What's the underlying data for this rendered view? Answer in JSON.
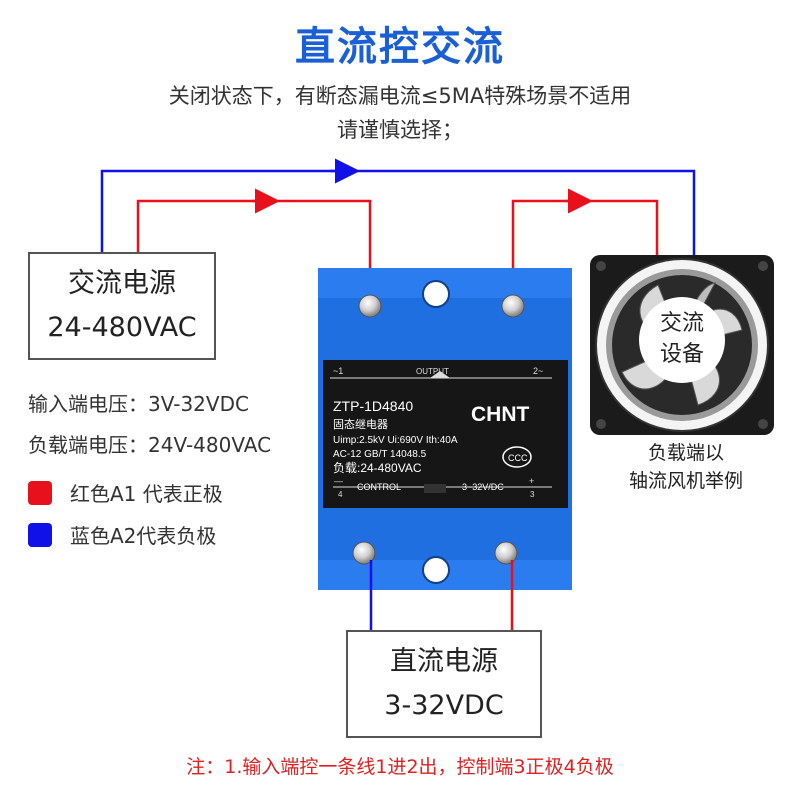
{
  "title": "直流控交流",
  "subtitle": {
    "line1": "关闭状态下，有断态漏电流≤5MA特殊场景不适用",
    "line2": "请谨慎选择；"
  },
  "ac_source": {
    "line1": "交流电源",
    "line2": "24-480VAC"
  },
  "dc_source": {
    "line1": "直流电源",
    "line2": "3-32VDC"
  },
  "fan": {
    "label_line1": "交流",
    "label_line2": "设备",
    "caption_line1": "负载端以",
    "caption_line2": "轴流风机举例"
  },
  "specs": {
    "input_voltage": "输入端电压：3V-32VDC",
    "load_voltage": "负载端电压：24V-480VAC"
  },
  "legend": {
    "red": {
      "label": "红色A1 代表正极",
      "color": "#e8101a"
    },
    "blue": {
      "label": "蓝色A2代表负极",
      "color": "#1010e8"
    }
  },
  "relay": {
    "output_label": "OUTPUT",
    "term1": "~1",
    "term2": "2~",
    "model": "ZTP-1D4840",
    "brand": "CHNT",
    "type_name": "固态继电器",
    "spec1": "Uimp:2.5kV Ui:690V Ith:40A",
    "spec2": "AC-12 GB/T 14048.5",
    "load": "负载:24-480VAC",
    "control_label": "CONTROL",
    "control_range": "3~32V/DC",
    "term3": "3",
    "term4": "4",
    "minus": "—",
    "plus": "+",
    "color": "#1f6fe0"
  },
  "note": "注：1.输入端控一条线1进2出，控制端3正极4负极"
}
